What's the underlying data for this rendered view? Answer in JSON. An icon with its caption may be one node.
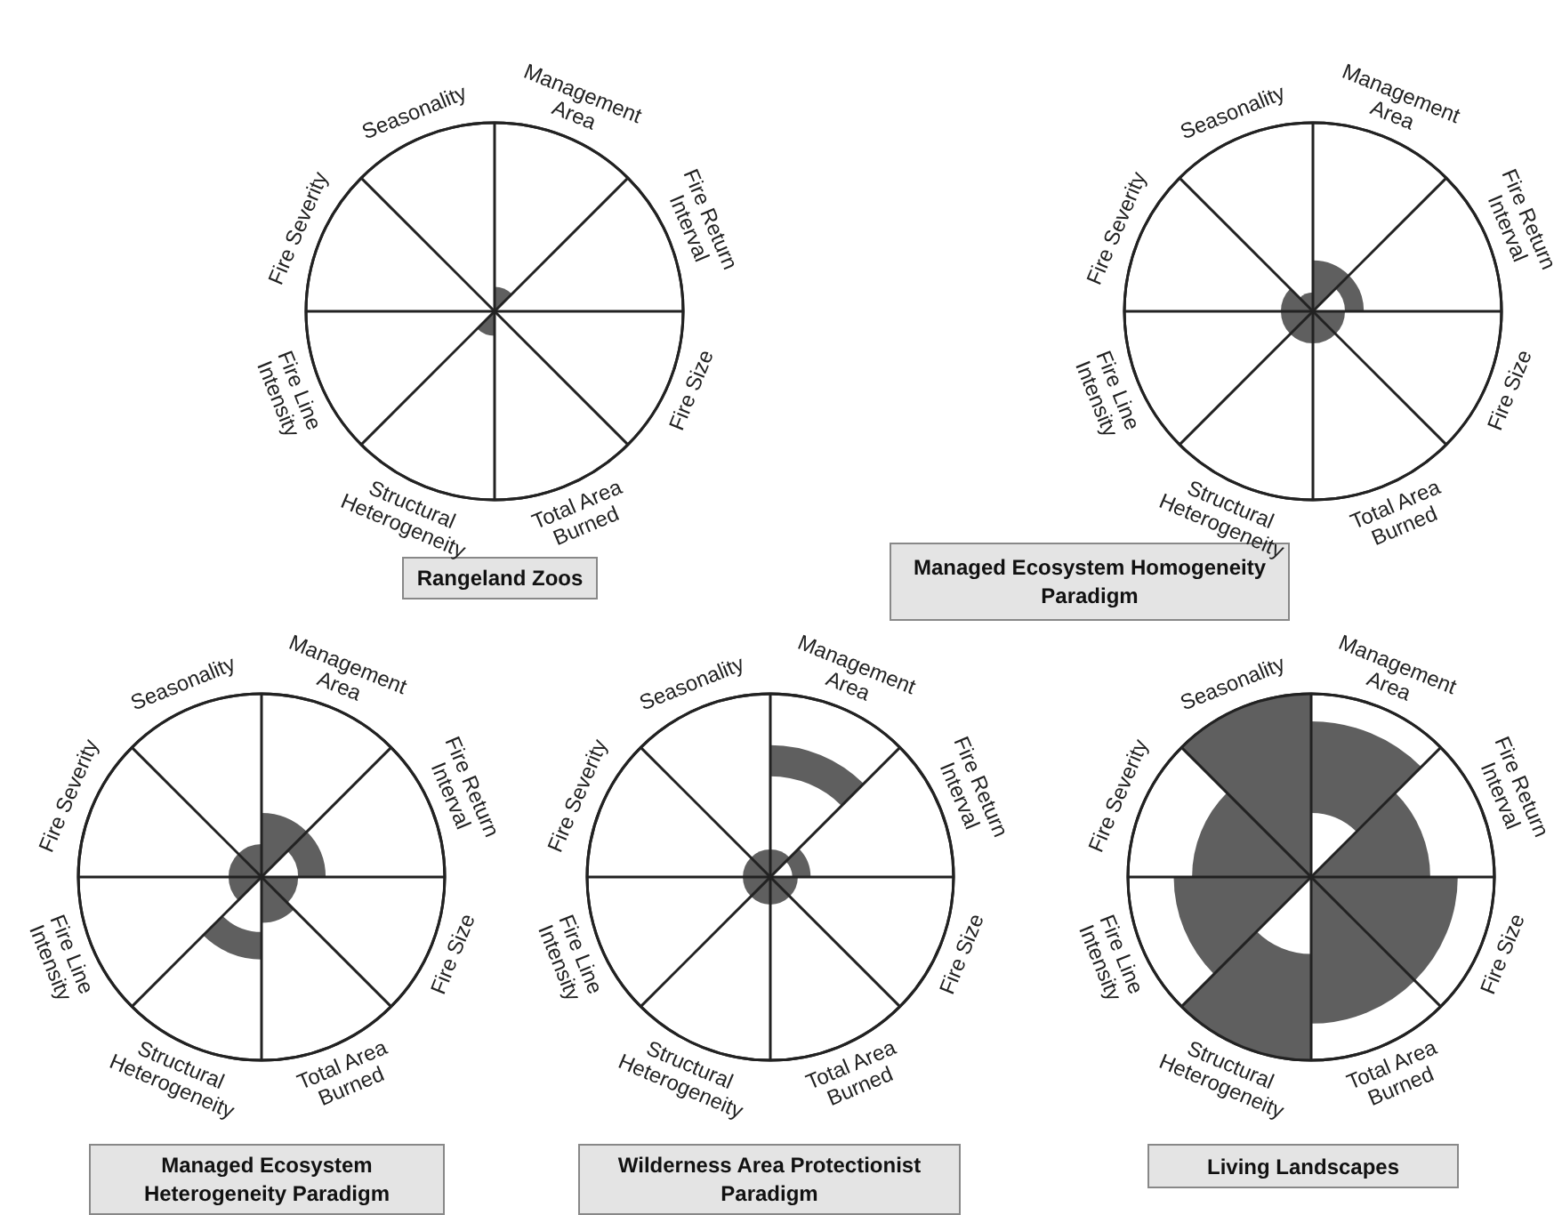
{
  "diagram": {
    "nodes": [
      {
        "text": [
          "Rangeland Zoos"
        ]
      },
      {
        "text": [
          "Managed Ecosystem Homogeneity Paradigm"
        ]
      },
      {
        "text": [
          "Managed Ecosystem Heterogeneity Paradigm"
        ]
      },
      {
        "text": [
          "Wilderness Area Protectionist Paradigm"
        ]
      },
      {
        "text": [
          "Living Landscapes"
        ]
      }
    ],
    "labels": [
      "Seasonality",
      "Management Area",
      "Fire Return Interval",
      "Fire Size",
      "Total Area Burned",
      "Structural Heterogeneity",
      "Fire Line Intensity",
      "Fire Severity",
      "Seasonality",
      "Management Area",
      "Fire Return Interval",
      "Fire Size",
      "Total Area Burned",
      "Structural Heterogeneity",
      "Fire Line Intensity",
      "Fire Severity",
      "Seasonality",
      "Management Area",
      "Fire Return Interval",
      "Fire Size",
      "Total Area Burned",
      "Structural Heterogeneity",
      "Fire Line Intensity",
      "Fire Severity",
      "Seasonality",
      "Management Area",
      "Fire Return Interval",
      "Fire Size",
      "Total Area Burned",
      "Structural Heterogeneity",
      "Fire Line Intensity",
      "Fire Severity",
      "Seasonality",
      "Management Area",
      "Fire Return Interval",
      "Fire Size",
      "Total Area Burned",
      "Structural Heterogeneity",
      "Fire Line Intensity",
      "Fire Severity"
    ]
  }
}
